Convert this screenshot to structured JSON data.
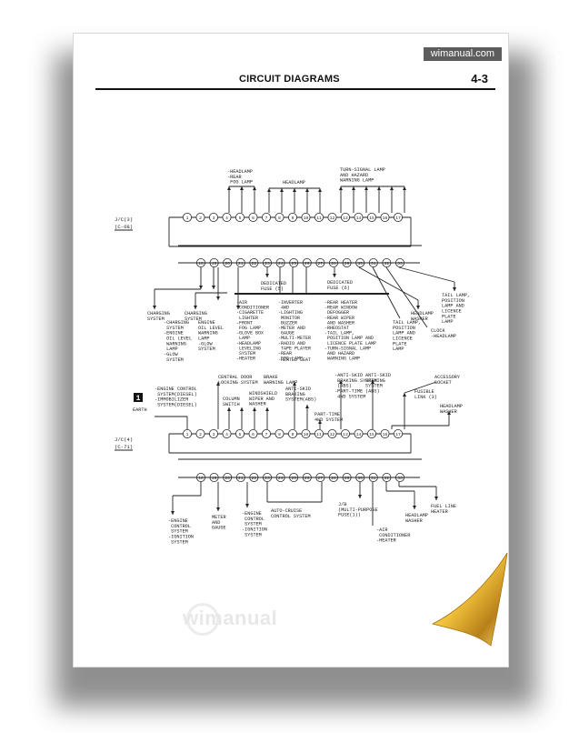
{
  "watermark_top": "wimanual.com",
  "watermark_bottom": "wimanual",
  "header": {
    "title": "CIRCUIT DIAGRAMS",
    "page_number": "4-3"
  },
  "jc3": {
    "label": "J/C(3)",
    "code": "C-68",
    "top_pins": [
      "1",
      "2",
      "3",
      "4",
      "5",
      "6",
      "7",
      "8",
      "9",
      "10",
      "11",
      "12",
      "13",
      "14",
      "15",
      "16",
      "17"
    ],
    "bottom_pins": [
      "18",
      "19",
      "20",
      "21",
      "22",
      "23",
      "24",
      "25",
      "26",
      "27",
      "28",
      "29",
      "30",
      "31",
      "32",
      "33"
    ],
    "top_groups": [
      "-HEADLAMP\n-REAR\n FOG LAMP",
      "HEADLAMP",
      "TURN-SIGNAL LAMP\nAND HAZARD\nWARNING LAMP"
    ],
    "dedicated_fuse_left": "DEDICATED\nFUSE (5)",
    "dedicated_fuse_right": "DEDICATED\nFUSE (6)",
    "charging_1": "CHARGING\nSYSTEM",
    "charging_2": "CHARGING\nSYSTEM",
    "left_list": "-CHARGING\n SYSTEM\n-ENGINE\n OIL LEVEL\n WARNING\n LAMP\n-GLOW\n SYSTEM",
    "engine_oil": "ENGINE\nOIL LEVEL\nWARNING\nLAMP\n-GLOW\nSYSTEM",
    "box_col1": "-AIR\n CONDITIONER\n-CIGARETTE\n LIGHTER\n-FRONT\n FOG LAMP\n-GLOVE BOX\n LAMP\n-HEADLAMP\n LEVELING\n SYSTEM\n-HEATER",
    "box_col2": "-INVERTER\n 4WD\n-LIGHTING\n MONITOR\n BUZZER\n-METER AND\n GAUGE\n-MULTI-METER\n-RADIO AND\n TAPE PLAYER\n-REAR\n FOG LAMP",
    "box_col3": "-REAR HEATER\n-REAR WINDOW\n DEFOGGER\n-REAR WIPER\n AND WASHER\n-RHEOSTAT\n-TAIL LAMP,\n POSITION LAMP AND\n LICENCE PLATE LAMP\n-TURN-SIGNAL LAMP\n AND HAZARD\n WARNING LAMP",
    "heated_seat": "-HEATED SEAT",
    "headlamp_washer": "HEADLAMP\nWASHER",
    "tail_lamp": "TAIL LAMP,\nPOSITION\nLAMP AND\nLICENCE\nPLATE\nLAMP",
    "clock": "CLOCK\n-HEADLAMP",
    "tail_lamp_right": "TAIL LAMP,\nPOSITION\nLAMP AND\nLICENCE\nPLATE\nLAMP"
  },
  "jc4": {
    "label": "J/C(4)",
    "code": "C-71",
    "badge": "1",
    "earth": "EARTH",
    "top_pins": [
      "1",
      "2",
      "3",
      "4",
      "5",
      "6",
      "7",
      "8",
      "9",
      "10",
      "11",
      "12",
      "13",
      "14",
      "15",
      "16",
      "17"
    ],
    "bottom_pins": [
      "18",
      "19",
      "20",
      "21",
      "22",
      "23",
      "24",
      "25",
      "26",
      "27",
      "28",
      "29",
      "30",
      "31",
      "32",
      "33"
    ],
    "engine_control": "-ENGINE CONTROL\n SYSTEM(DIESEL)\n-IMMOBILIZER\n SYSTEM(DIESEL)",
    "central_door": "CENTRAL DOOR\nLOCKING SYSTEM",
    "column_switch": "COLUMN\nSWITCH",
    "windshield": "WINDSHIELD\nWIPER AND\nWASHER",
    "brake_warning": "BRAKE\nWARNING LAMP",
    "anti_skid_1": "ANTI-SKID\nBRAKING\nSYSTEM(ABS)",
    "part_time_1": "PART-TIME\n4WD SYSTEM",
    "anti_skid_2": "-ANTI-SKID\n BRAKING SYSTEM\n (ABS)\n-PART-TIME\n 4WD SYSTEM",
    "anti_skid_3": "ANTI-SKID\nBRAKING\nSYSTEM\n(ABS)",
    "fusible_link": "FUSIBLE\nLINK (3)",
    "accessory_socket": "ACCESSORY\nSOCKET",
    "headlamp_washer": "HEADLAMP\nWASHER",
    "bottom_engine": "-ENGINE\n CONTROL\n SYSTEM\n-IGNITION\n SYSTEM",
    "meter_gauge": "METER\nAND\nGAUGE",
    "bottom_engine2": "-ENGINE\n CONTROL\n SYSTEM\n-IGNITION\n SYSTEM",
    "auto_cruise": "AUTO-CRUISE\nCONTROL SYSTEM",
    "jb": "J/B\n(MULTI-PURPOSE\nFUSE(1))",
    "air_cond": "-AIR\n CONDITIONER\n-HEATER",
    "headlamp_washer_b": "HEADLAMP\nWASHER",
    "fuel_line": "FUEL LINE\nHEATER"
  }
}
